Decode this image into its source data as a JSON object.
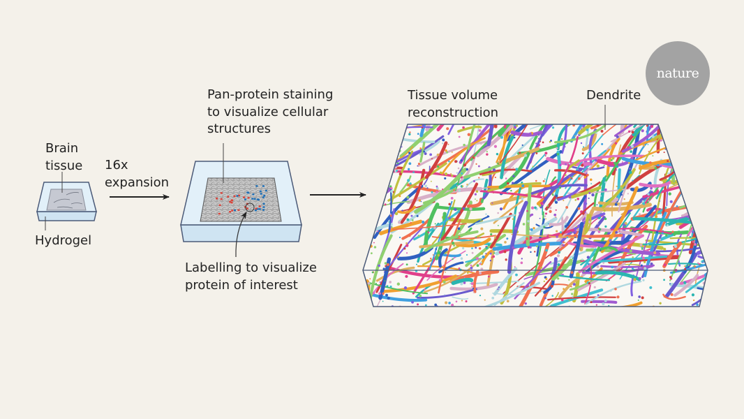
{
  "labels": {
    "brain_tissue": [
      "Brain",
      "tissue"
    ],
    "hydrogel": "Hydrogel",
    "expansion": [
      "16x",
      "expansion"
    ],
    "pan_protein": [
      "Pan-protein staining",
      "to visualize cellular",
      "structures"
    ],
    "labelling": [
      "Labelling to visualize",
      "protein of interest"
    ],
    "tissue_volume": [
      "Tissue volume",
      "reconstruction"
    ],
    "dendrite": "Dendrite"
  },
  "logo": "nature",
  "colors": {
    "background": "#f4f1ea",
    "gel_fill": "#e2f0f9",
    "gel_stroke": "#4b5a78",
    "label_red": "#d9453b",
    "label_blue": "#1f6fb5",
    "logo_bg": "#a3a3a3"
  }
}
